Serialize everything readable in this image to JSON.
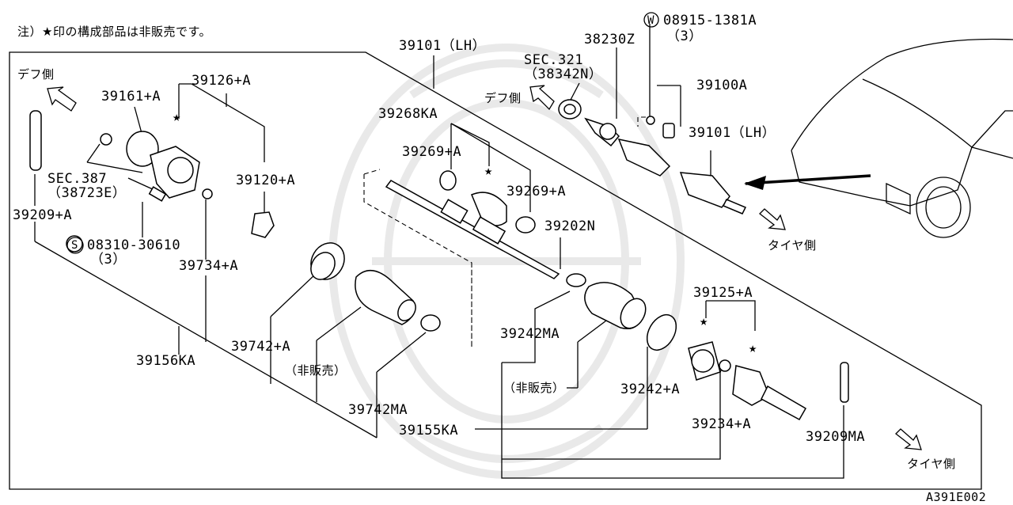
{
  "note": "注）★印の構成部品は非販売です。",
  "diagram_code": "A391E002",
  "directions": {
    "diff_left": "デフ側",
    "diff_top": "デフ側",
    "tire_right_top": "タイヤ側",
    "tire_right_bottom": "タイヤ側"
  },
  "non_sale_labels": [
    "（非販売）",
    "（非販売）"
  ],
  "part_labels": {
    "p39101_lh_top": "39101（LH）",
    "p39101_lh_car": "39101（LH）",
    "p38230z": "38230Z",
    "p08915": "08915-1381A",
    "p08915_qty": "（3）",
    "p08915_sym": "W",
    "sec321": "SEC.321",
    "p38342n": "（38342N）",
    "p39100a": "39100A",
    "p39161a": "39161+A",
    "p39126a": "39126+A",
    "p39268ka": "39268KA",
    "p39269a_1": "39269+A",
    "p39269a_2": "39269+A",
    "sec387": "SEC.387",
    "p38723e": "（38723E）",
    "p39120a": "39120+A",
    "p39209a": "39209+A",
    "p08310": "08310-30610",
    "p08310_qty": "（3）",
    "p08310_sym": "S",
    "p39734a": "39734+A",
    "p39202n": "39202N",
    "p39125a": "39125+A",
    "p39742a": "39742+A",
    "p39242ma": "39242MA",
    "p39156ka": "39156KA",
    "p39242a": "39242+A",
    "p39742ma": "39742MA",
    "p39234a": "39234+A",
    "p39155ka": "39155KA",
    "p39209ma": "39209MA"
  },
  "star_symbol": "★"
}
